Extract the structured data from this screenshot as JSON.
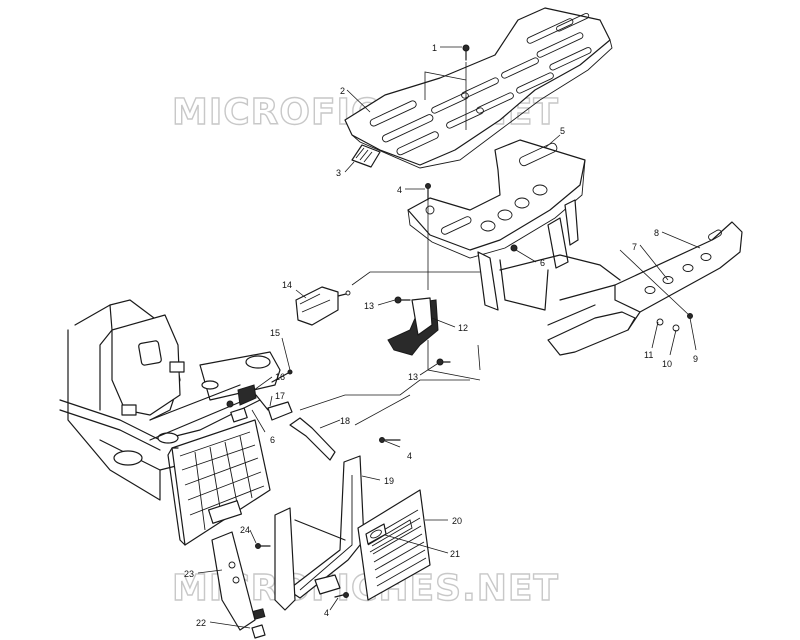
{
  "watermark": {
    "top": "MICROFICHES.NET",
    "bottom": "MICROFICHES.NET"
  },
  "callouts": {
    "c1": "1",
    "c2": "2",
    "c3": "3",
    "c4a": "4",
    "c4b": "4",
    "c4c": "4",
    "c5": "5",
    "c6a": "6",
    "c6b": "6",
    "c7": "7",
    "c8": "8",
    "c9": "9",
    "c10": "10",
    "c11": "11",
    "c12": "12",
    "c13a": "13",
    "c13b": "13",
    "c14": "14",
    "c15": "15",
    "c16": "16",
    "c17": "17",
    "c18": "18",
    "c19": "19",
    "c20": "20",
    "c21": "21",
    "c22": "22",
    "c23": "23",
    "c24": "24"
  }
}
